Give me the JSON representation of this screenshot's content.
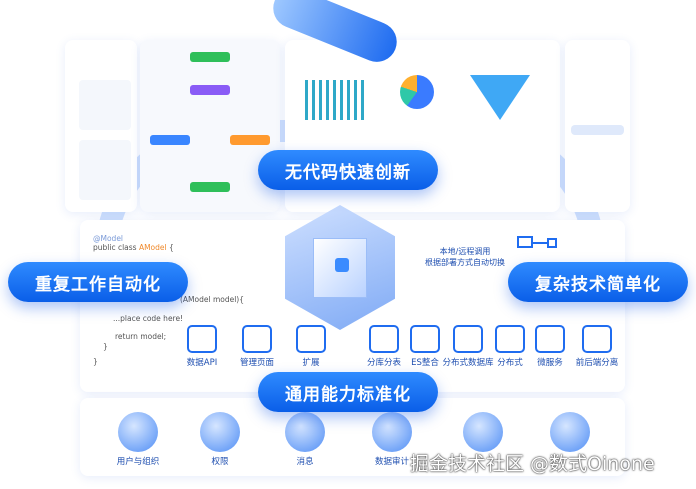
{
  "pills": {
    "top": "无代码快速创新",
    "left": "重复工作自动化",
    "right": "复杂技术简单化",
    "bottom": "通用能力标准化"
  },
  "code": {
    "annotation": "@Model",
    "class_decl_prefix": "public class ",
    "class_name": "AModel",
    " brace": "{",
    "method": "(AModel model){",
    "body": "...place code here!",
    "ret": "return model;",
    "close1": "}",
    "close2": "}"
  },
  "remote_note": {
    "line1": "本地/远程调用",
    "line2": "根据部署方式自动切换"
  },
  "left_features": [
    {
      "label": "数据API",
      "icon": "chip-api-icon"
    },
    {
      "label": "管理页面",
      "icon": "admin-page-icon"
    },
    {
      "label": "扩展",
      "icon": "link-extend-icon"
    }
  ],
  "right_features": [
    {
      "label": "分库分表",
      "icon": "sharding-icon"
    },
    {
      "label": "ES整合",
      "icon": "elasticsearch-icon"
    },
    {
      "label": "分布式数据库",
      "icon": "distributed-db-icon"
    },
    {
      "label": "分布式",
      "icon": "hexagons-icon"
    },
    {
      "label": "微服务",
      "icon": "cubes-icon"
    },
    {
      "label": "前后端分离",
      "icon": "devices-icon"
    }
  ],
  "bottom_features": [
    {
      "label": "用户与组织",
      "icon": "user-icon"
    },
    {
      "label": "权限",
      "icon": "key-icon"
    },
    {
      "label": "消息",
      "icon": "message-icon"
    },
    {
      "label": "数据审计",
      "icon": "audit-icon"
    },
    {
      "label": "",
      "icon": "planet-icon"
    },
    {
      "label": "",
      "icon": "folder-icon"
    }
  ],
  "watermark": "掘金技术社区 @数式Oinone",
  "colors": {
    "accent": "#0a5ee8",
    "label": "#1f4fb0"
  }
}
